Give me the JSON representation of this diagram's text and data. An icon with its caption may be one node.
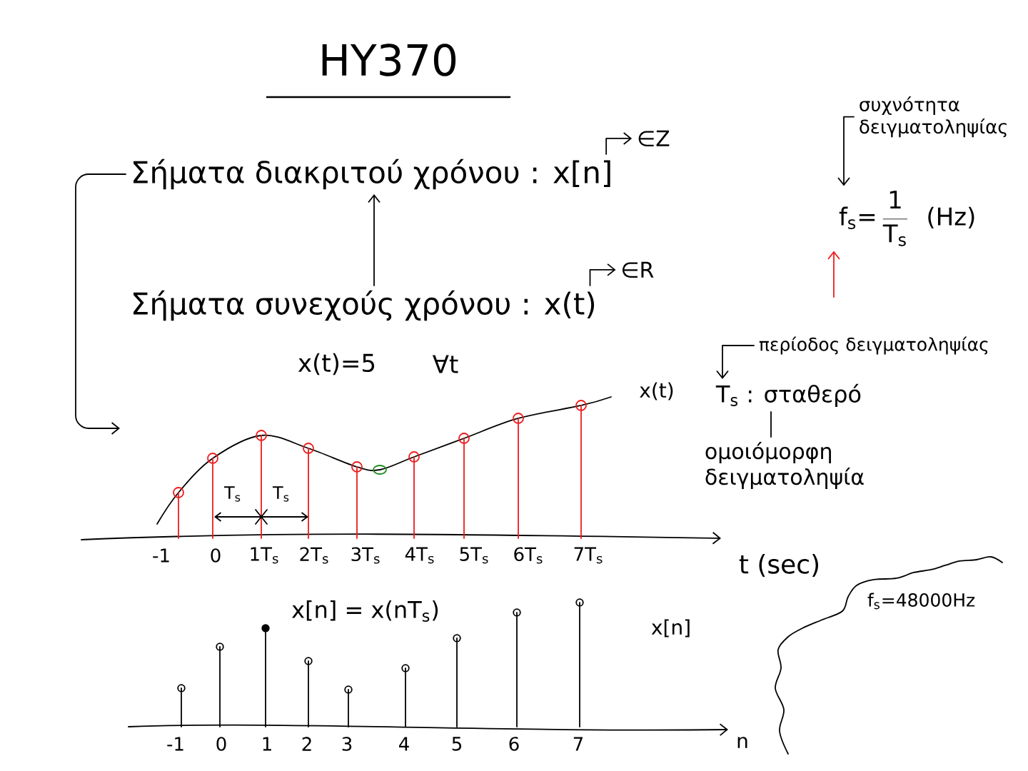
{
  "diagram": {
    "title": "HY370",
    "nodes": [
      {
        "text": [
          "Σήματα διακριτού χρόνου : x[n]"
        ]
      },
      {
        "text": [
          "∈Z"
        ]
      },
      {
        "text": [
          "Σήματα συνεχούς χρόνου : x(t)"
        ]
      },
      {
        "text": [
          "∈R"
        ]
      },
      {
        "text": [
          "συχνότητα δειγματοληψίας"
        ]
      },
      {
        "text": [
          "f$_{s}$=",
          "1",
          "T$_{s}$",
          "(Hz)"
        ]
      },
      {
        "text": [
          "περίοδος δειγματοληψίας"
        ]
      },
      {
        "text": [
          "T$_{s}$ : σταθερό"
        ]
      },
      {
        "text": [
          "ομοιόμορφη δειγματοληψία"
        ]
      },
      {
        "text": [
          "f$_{s}$=48000Hz"
        ]
      }
    ],
    "edges": [
      {
        "from": 0,
        "to": null,
        "arrow": "to"
      },
      {
        "from": 0,
        "to": 1,
        "arrow": "to"
      },
      {
        "from": 2,
        "to": 3,
        "arrow": "to"
      },
      {
        "from": 2,
        "to": 0,
        "arrow": "to"
      },
      {
        "from": 4,
        "to": 5,
        "arrow": "to"
      },
      {
        "from": null,
        "to": 5,
        "arrow": "to",
        "color": "#ee1c1c"
      },
      {
        "from": 6,
        "to": 7,
        "arrow": "to"
      },
      {
        "from": 7,
        "to": 8,
        "arrow": "none"
      }
    ],
    "labels": [
      "x(t)=5",
      "∀t",
      "x(t)",
      "T$_{s}$",
      "T$_{s}$",
      "-1",
      "0",
      "1T$_{s}$",
      "2T$_{s}$",
      "3T$_{s}$",
      "4T$_{s}$",
      "5T$_{s}$",
      "6T$_{s}$",
      "7T$_{s}$",
      "t (sec)",
      "x[n] = x(nT$_{s}$)",
      "x[n]",
      "-1",
      "0",
      "1",
      "2",
      "3",
      "4",
      "5",
      "6",
      "7",
      "n"
    ]
  }
}
